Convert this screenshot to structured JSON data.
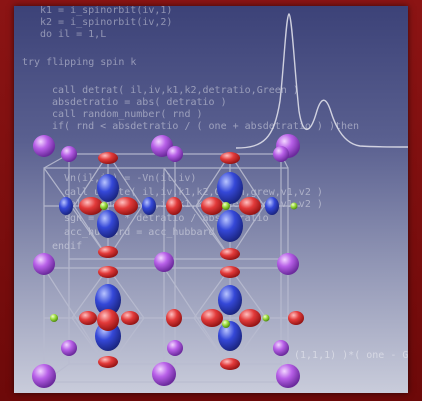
{
  "code_lines": [
    "k1 = i_spinorbit(iv,1)",
    "k2 = i_spinorbit(iv,2)",
    "do il = 1,L",
    "try flipping spin k",
    "call detrat( il,iv,k1,k2,detratio,Green )",
    "absdetratio = abs( detratio )",
    "call random_number( rnd )",
    "if( rnd < absdetratio / ( one + absdetratio ) )then",
    "Vn(il,iv) = -Vn(il,iv)",
    "call update( il,iv,k1,k2,Green,grew,v1,v2 )",
    "call update( il,iv,k1,k2,Green,grew,v1,v2 )",
    "sgn = sgn * detratio / absdetratio",
    "acc_hubbard = acc_hubbard + 1",
    "endif",
    "(1,1,1) )*( one - G"
  ],
  "colors": {
    "border": "#7a0c0c",
    "atom_large": "#b860e8",
    "atom_small": "#9bdc3c",
    "lobe_red": "#e23a3a",
    "lobe_blue": "#3548d8",
    "bond": "#b9bcd0",
    "curve": "#e6e6ef"
  }
}
